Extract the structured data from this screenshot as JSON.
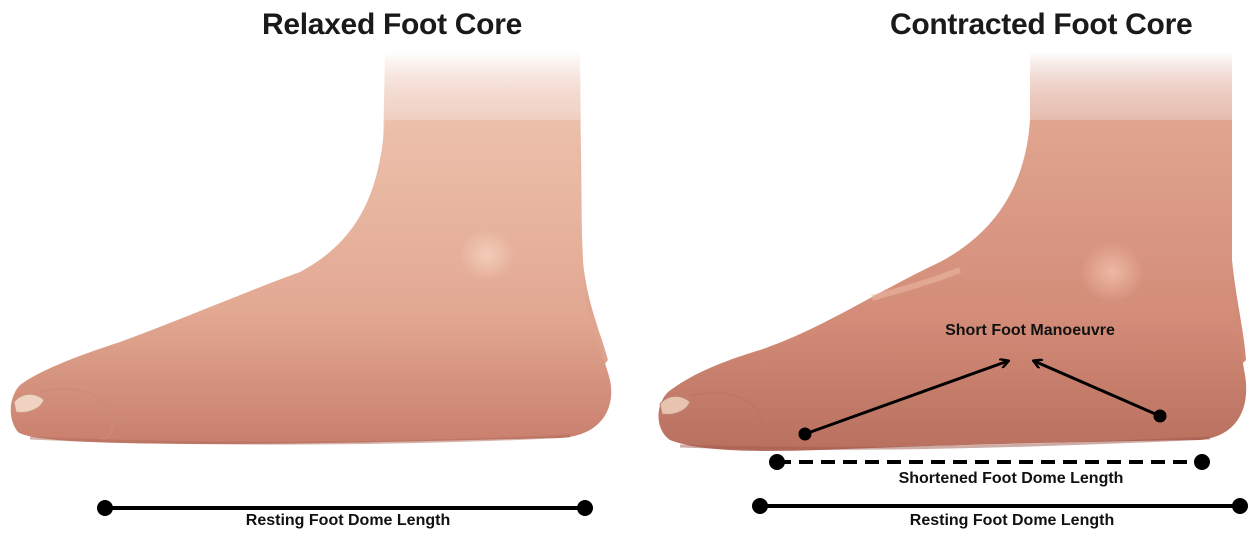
{
  "panels": {
    "left": {
      "title": "Relaxed Foot Core",
      "resting_label": "Resting Foot Dome Length"
    },
    "right": {
      "title": "Contracted Foot Core",
      "manoeuvre_label": "Short Foot Manoeuvre",
      "shortened_label": "Shortened Foot Dome Length",
      "resting_label": "Resting Foot Dome Length"
    }
  },
  "colors": {
    "skin_light": "#e9b9a4",
    "skin_mid": "#d99a86",
    "skin_dark": "#b86a5e",
    "line": "#000000",
    "background": "#ffffff"
  },
  "illustration": [
    "foot-relaxed",
    "foot-contracted"
  ]
}
